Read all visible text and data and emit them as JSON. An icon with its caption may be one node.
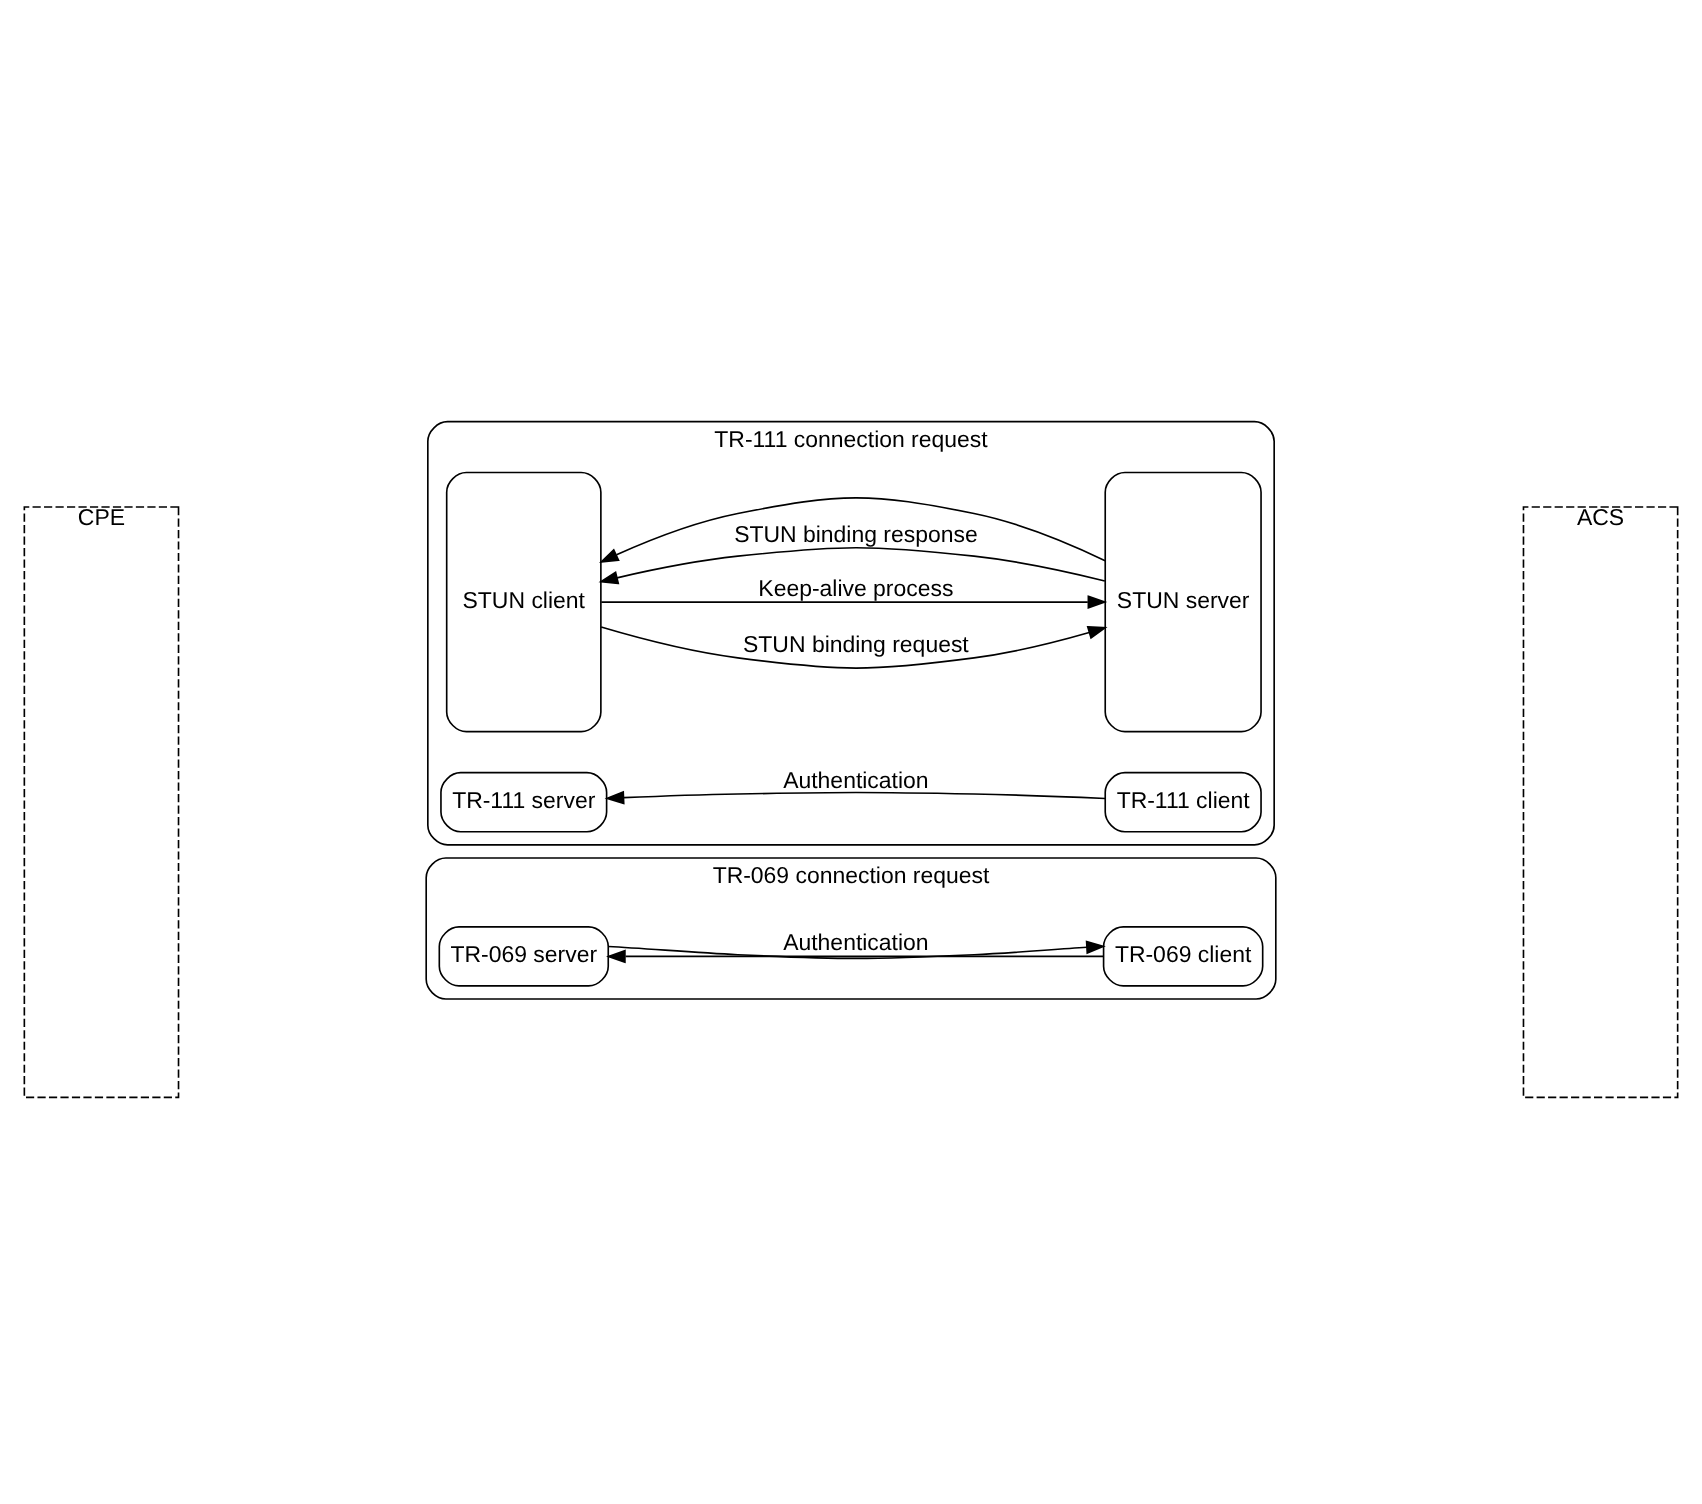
{
  "diagram": {
    "nodes": [
      {
        "text": [
          "CPE"
        ]
      },
      {
        "text": [
          "ACS"
        ]
      },
      {
        "text": [
          "TR-111 connection request"
        ]
      },
      {
        "text": [
          "STUN client"
        ],
        "in": 2
      },
      {
        "text": [
          "STUN server"
        ],
        "in": 2
      },
      {
        "text": [
          "TR-111 server"
        ],
        "in": 2
      },
      {
        "text": [
          "TR-111 client"
        ],
        "in": 2
      },
      {
        "text": [
          "TR-069 connection request"
        ]
      },
      {
        "text": [
          "TR-069 server"
        ],
        "in": 7
      },
      {
        "text": [
          "TR-069 client"
        ],
        "in": 7
      }
    ],
    "edges": [
      {
        "from": 3,
        "to": 4,
        "arrow": "to",
        "label": "STUN binding request"
      },
      {
        "from": 4,
        "to": 3,
        "arrow": "to",
        "label": "STUN binding response"
      },
      {
        "from": 3,
        "to": 4,
        "arrow": "to",
        "label": "Keep-alive process"
      },
      {
        "from": 4,
        "to": 3,
        "arrow": "to"
      },
      {
        "from": 6,
        "to": 5,
        "arrow": "to",
        "label": "Authentication"
      },
      {
        "from": 9,
        "to": 8,
        "arrow": "to",
        "label": "Authentication"
      },
      {
        "from": 8,
        "to": 9,
        "arrow": "to"
      }
    ]
  }
}
